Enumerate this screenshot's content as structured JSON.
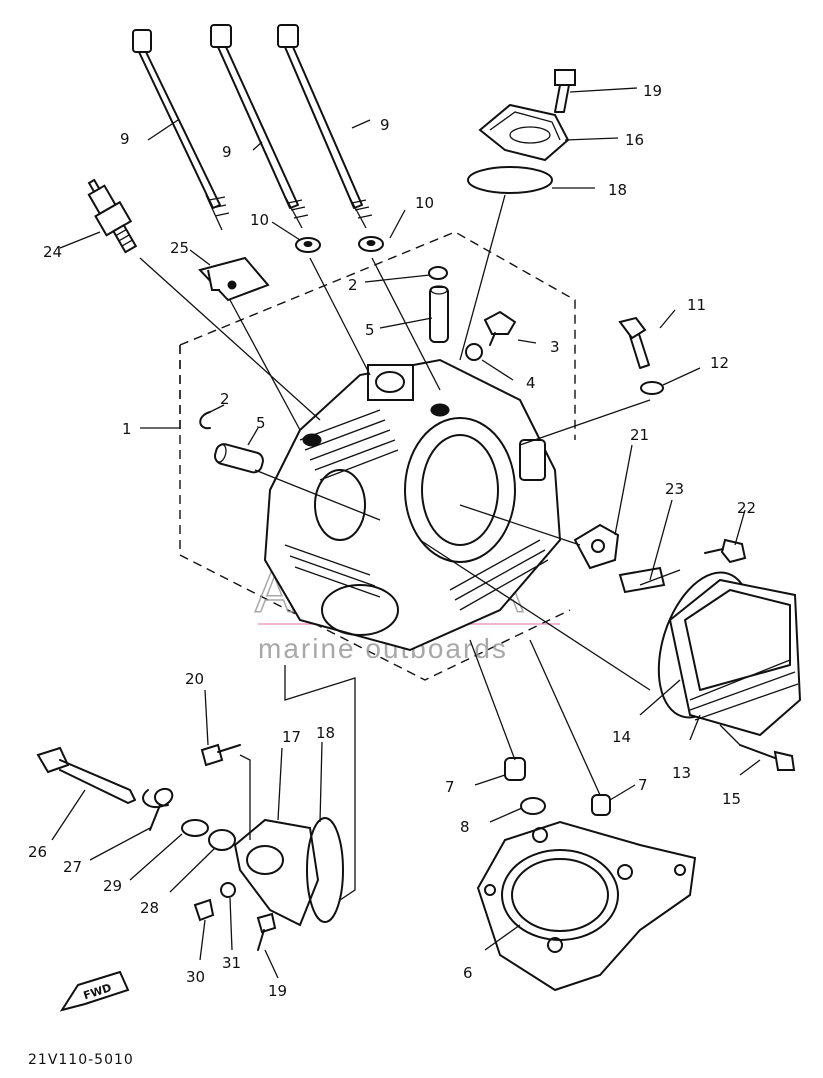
{
  "callouts": [
    {
      "id": "1",
      "label": "1"
    },
    {
      "id": "2a",
      "label": "2"
    },
    {
      "id": "2b",
      "label": "2"
    },
    {
      "id": "3",
      "label": "3"
    },
    {
      "id": "4",
      "label": "4"
    },
    {
      "id": "5a",
      "label": "5"
    },
    {
      "id": "5b",
      "label": "5"
    },
    {
      "id": "6",
      "label": "6"
    },
    {
      "id": "7a",
      "label": "7"
    },
    {
      "id": "7b",
      "label": "7"
    },
    {
      "id": "8",
      "label": "8"
    },
    {
      "id": "9a",
      "label": "9"
    },
    {
      "id": "9b",
      "label": "9"
    },
    {
      "id": "9c",
      "label": "9"
    },
    {
      "id": "10a",
      "label": "10"
    },
    {
      "id": "10b",
      "label": "10"
    },
    {
      "id": "11",
      "label": "11"
    },
    {
      "id": "12",
      "label": "12"
    },
    {
      "id": "13",
      "label": "13"
    },
    {
      "id": "14",
      "label": "14"
    },
    {
      "id": "15",
      "label": "15"
    },
    {
      "id": "16",
      "label": "16"
    },
    {
      "id": "17",
      "label": "17"
    },
    {
      "id": "18a",
      "label": "18"
    },
    {
      "id": "18b",
      "label": "18"
    },
    {
      "id": "19a",
      "label": "19"
    },
    {
      "id": "19b",
      "label": "19"
    },
    {
      "id": "20",
      "label": "20"
    },
    {
      "id": "21",
      "label": "21"
    },
    {
      "id": "22",
      "label": "22"
    },
    {
      "id": "23",
      "label": "23"
    },
    {
      "id": "24",
      "label": "24"
    },
    {
      "id": "25",
      "label": "25"
    },
    {
      "id": "26",
      "label": "26"
    },
    {
      "id": "27",
      "label": "27"
    },
    {
      "id": "28",
      "label": "28"
    },
    {
      "id": "29",
      "label": "29"
    },
    {
      "id": "30",
      "label": "30"
    },
    {
      "id": "31",
      "label": "31"
    }
  ],
  "diagram_code": "21V110-5010",
  "fwd_label": "FWD",
  "watermark": {
    "brand": "ARMADA",
    "tagline": "marine outboards",
    "logo_color": "#e58fb8",
    "text_color": "#9a9a9a"
  }
}
